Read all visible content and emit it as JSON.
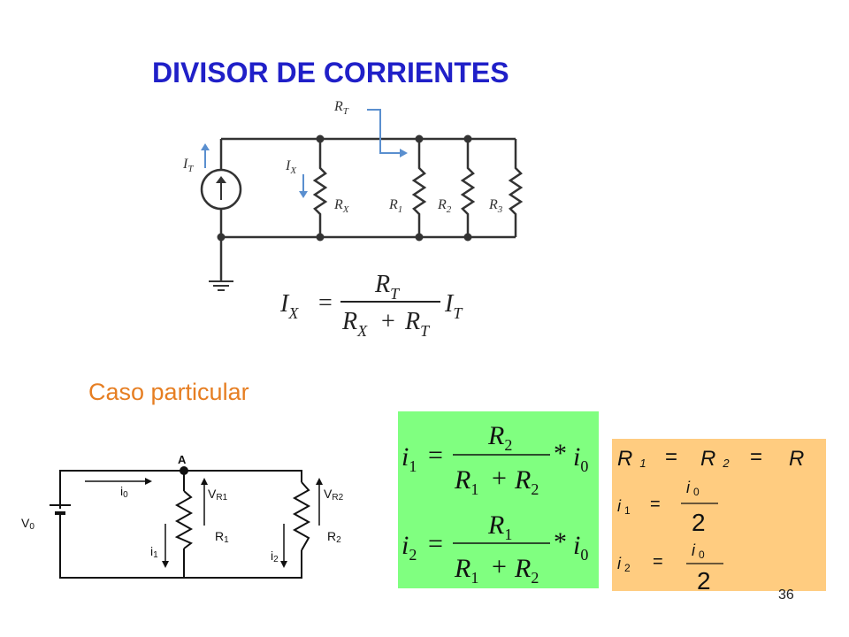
{
  "colors": {
    "title": "#2020c8",
    "accent": "#e67e22",
    "circuit": "#333333",
    "arrow": "#5a8fcf",
    "green_box": "#80ff80",
    "orange_box": "#ffcc80"
  },
  "title": "DIVISOR DE CORRIENTES",
  "subtitle": "Caso particular",
  "page_number": "36",
  "circuit_top": {
    "labels": {
      "rt": "R",
      "rt_sub": "T",
      "it": "I",
      "it_sub": "T",
      "ix": "I",
      "ix_sub": "X",
      "rx": "R",
      "rx_sub": "X",
      "r1": "R",
      "r1_sub": "1",
      "r2": "R",
      "r2_sub": "2",
      "r3": "R",
      "r3_sub": "3"
    },
    "formula": {
      "lhs": "I",
      "lhs_sub": "X",
      "eq": "=",
      "num": "R",
      "num_sub": "T",
      "den_a": "R",
      "den_a_sub": "X",
      "plus": "+",
      "den_b": "R",
      "den_b_sub": "T",
      "rhs": "I",
      "rhs_sub": "T"
    }
  },
  "circuit_bottom": {
    "labels": {
      "node": "A",
      "v0": "V",
      "v0_sub": "0",
      "i0": "i",
      "i0_sub": "0",
      "vr1": "V",
      "vr1_sub": "R1",
      "vr2": "V",
      "vr2_sub": "R2",
      "r1": "R",
      "r1_sub": "1",
      "r2": "R",
      "r2_sub": "2",
      "i1": "i",
      "i1_sub": "1",
      "i2": "i",
      "i2_sub": "2"
    }
  },
  "green_formulas": {
    "f1": {
      "lhs": "i",
      "lhs_sub": "1",
      "eq": "=",
      "num": "R",
      "num_sub": "2",
      "den_a": "R",
      "den_a_sub": "1",
      "plus": "+",
      "den_b": "R",
      "den_b_sub": "2",
      "star": "*",
      "rhs": "i",
      "rhs_sub": "0"
    },
    "f2": {
      "lhs": "i",
      "lhs_sub": "2",
      "eq": "=",
      "num": "R",
      "num_sub": "1",
      "den_a": "R",
      "den_a_sub": "1",
      "plus": "+",
      "den_b": "R",
      "den_b_sub": "2",
      "star": "*",
      "rhs": "i",
      "rhs_sub": "0"
    }
  },
  "orange_formulas": {
    "eq1": {
      "a": "R",
      "a_sub": "1",
      "eq1": "=",
      "b": "R",
      "b_sub": "2",
      "eq2": "=",
      "c": "R"
    },
    "eq2": {
      "lhs": "i",
      "lhs_sub": "1",
      "eq": "=",
      "num": "i",
      "num_sub": "0",
      "den": "2"
    },
    "eq3": {
      "lhs": "i",
      "lhs_sub": "2",
      "eq": "=",
      "num": "i",
      "num_sub": "0",
      "den": "2"
    }
  }
}
